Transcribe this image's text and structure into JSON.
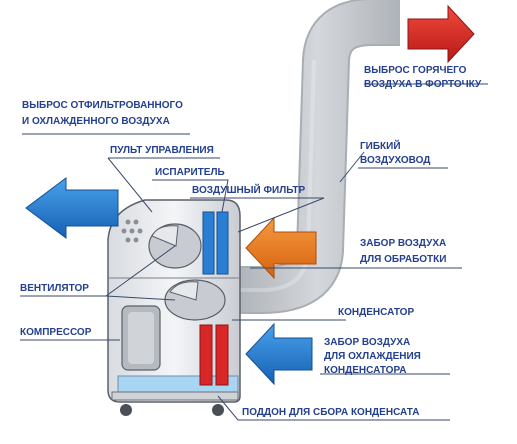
{
  "labels": {
    "hot_air_out_l1": "ВЫБРОС ГОРЯЧЕГО",
    "hot_air_out_l2": "ВОЗДУХА В ФОРТОЧКУ",
    "filtered_out_l1": "ВЫБРОС ОТФИЛЬТРОВАННОГО",
    "filtered_out_l2": "И ОХЛАЖДЕННОГО ВОЗДУХА",
    "control_panel": "ПУЛЬТ УПРАВЛЕНИЯ",
    "evaporator": "ИСПАРИТЕЛЬ",
    "air_filter": "ВОЗДУШНЫЙ ФИЛЬТР",
    "flex_duct_l1": "ГИБКИЙ",
    "flex_duct_l2": "ВОЗДУХОВОД",
    "intake_l1": "ЗАБОР ВОЗДУХА",
    "intake_l2": "ДЛЯ ОБРАБОТКИ",
    "fan": "ВЕНТИЛЯТОР",
    "condenser": "КОНДЕНСАТОР",
    "compressor": "КОМПРЕССОР",
    "cond_intake_l1": "ЗАБОР ВОЗДУХА",
    "cond_intake_l2": "ДЛЯ ОХЛАЖДЕНИЯ",
    "cond_intake_l3": "КОНДЕНСАТОРА",
    "drain_tray": "ПОДДОН ДЛЯ СБОРА КОНДЕНСАТА"
  },
  "colors": {
    "label_text": "#24408f",
    "hot_arrow": "#d9282a",
    "cool_arrow": "#1f7bd0",
    "intake_arrow": "#ef7a1d",
    "duct": "#bfc3c8",
    "evaporator": "#2a7fd4",
    "condenser": "#d92626"
  }
}
